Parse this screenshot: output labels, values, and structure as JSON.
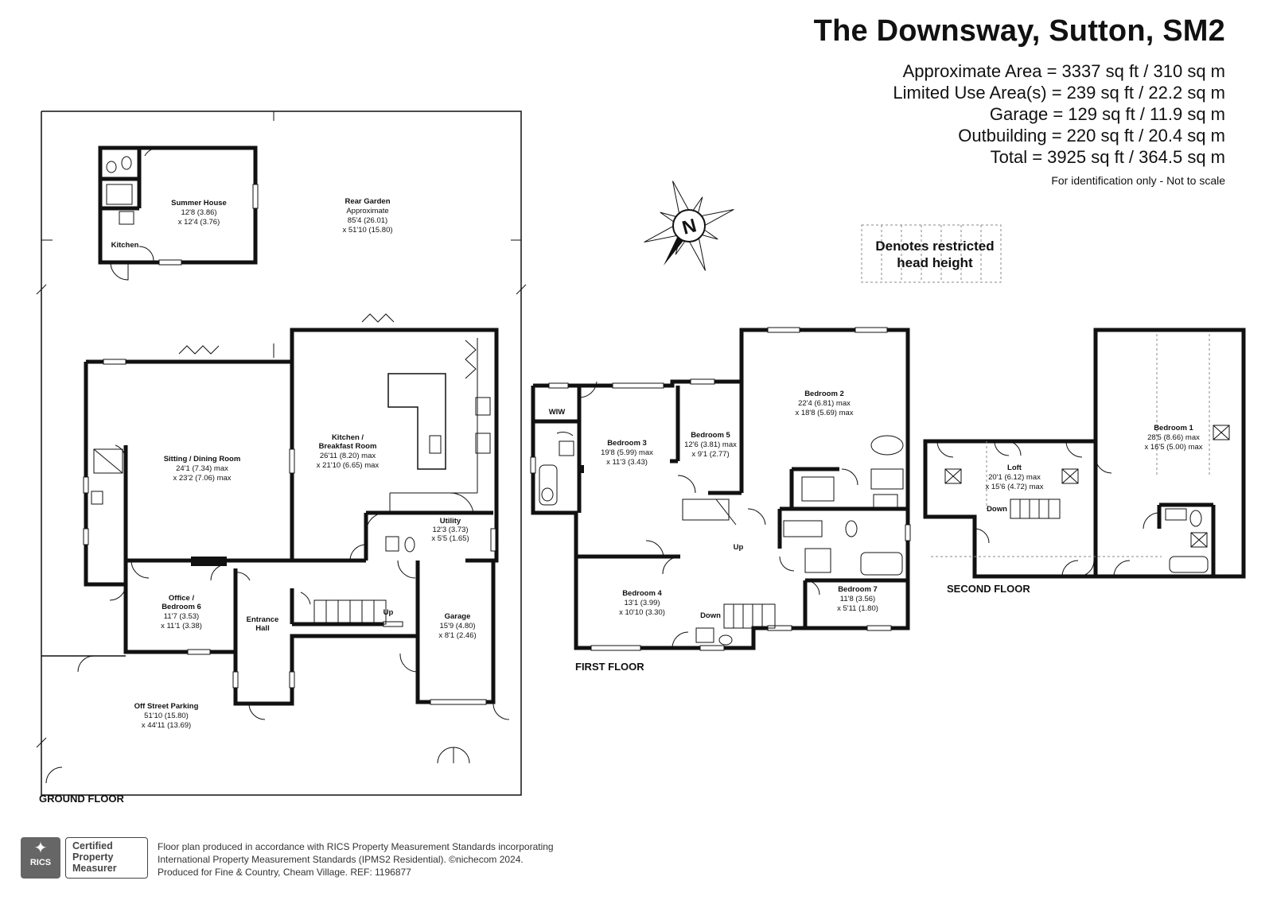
{
  "header": {
    "title": "The Downsway, Sutton, SM2",
    "areas": [
      "Approximate Area = 3337 sq ft / 310 sq m",
      "Limited Use Area(s) = 239 sq ft / 22.2 sq m",
      "Garage = 129 sq ft / 11.9 sq m",
      "Outbuilding = 220 sq ft / 20.4 sq m",
      "Total = 3925 sq ft / 364.5 sq m"
    ],
    "disclaimer": "For identification only - Not to scale"
  },
  "compass": {
    "label": "N"
  },
  "legend": {
    "line1": "Denotes restricted",
    "line2": "head height"
  },
  "floors": {
    "ground": {
      "label": "GROUND FLOOR",
      "rooms": {
        "summer_house": {
          "name": "Summer House",
          "dim1": "12'8 (3.86)",
          "dim2": "x 12'4 (3.76)"
        },
        "kitchen_sh": {
          "name": "Kitchen"
        },
        "rear_garden": {
          "name": "Rear Garden",
          "dim0": "Approximate",
          "dim1": "85'4 (26.01)",
          "dim2": "x 51'10 (15.80)"
        },
        "sitting": {
          "name": "Sitting / Dining Room",
          "dim1": "24'1 (7.34) max",
          "dim2": "x 23'2 (7.06) max"
        },
        "kitchen": {
          "name1": "Kitchen /",
          "name2": "Breakfast Room",
          "dim1": "26'11 (8.20) max",
          "dim2": "x 21'10 (6.65) max"
        },
        "utility": {
          "name": "Utility",
          "dim1": "12'3 (3.73)",
          "dim2": "x 5'5 (1.65)"
        },
        "office": {
          "name1": "Office /",
          "name2": "Bedroom 6",
          "dim1": "11'7 (3.53)",
          "dim2": "x 11'1 (3.38)"
        },
        "entrance": {
          "name1": "Entrance",
          "name2": "Hall"
        },
        "garage": {
          "name": "Garage",
          "dim1": "15'9 (4.80)",
          "dim2": "x 8'1 (2.46)"
        },
        "parking": {
          "name": "Off Street Parking",
          "dim1": "51'10 (15.80)",
          "dim2": "x 44'11 (13.69)"
        },
        "up": "Up"
      }
    },
    "first": {
      "label": "FIRST FLOOR",
      "rooms": {
        "wiw": {
          "name": "WIW"
        },
        "bed3": {
          "name": "Bedroom 3",
          "dim1": "19'8 (5.99) max",
          "dim2": "x 11'3 (3.43)"
        },
        "bed5": {
          "name": "Bedroom 5",
          "dim1": "12'6 (3.81) max",
          "dim2": "x 9'1 (2.77)"
        },
        "bed2": {
          "name": "Bedroom 2",
          "dim1": "22'4 (6.81) max",
          "dim2": "x 18'8 (5.69) max"
        },
        "bed4": {
          "name": "Bedroom 4",
          "dim1": "13'1 (3.99)",
          "dim2": "x 10'10 (3.30)"
        },
        "bed7": {
          "name": "Bedroom 7",
          "dim1": "11'8 (3.56)",
          "dim2": "x 5'11 (1.80)"
        },
        "up": "Up",
        "down": "Down"
      }
    },
    "second": {
      "label": "SECOND FLOOR",
      "rooms": {
        "loft": {
          "name": "Loft",
          "dim1": "20'1 (6.12) max",
          "dim2": "x 15'6 (4.72) max"
        },
        "bed1": {
          "name": "Bedroom 1",
          "dim1": "28'5 (8.66) max",
          "dim2": "x 16'5 (5.00) max"
        },
        "down": "Down"
      }
    }
  },
  "footer": {
    "line1": "Floor plan produced in accordance with RICS Property Measurement Standards incorporating",
    "line2": "International Property Measurement Standards (IPMS2 Residential).  ©nichecom 2024.",
    "line3": "Produced for Fine & Country, Cheam Village.   REF:  1196877",
    "badge_line1": "Certified",
    "badge_line2": "Property",
    "badge_line3": "Measurer",
    "badge_logo": "RICS"
  }
}
